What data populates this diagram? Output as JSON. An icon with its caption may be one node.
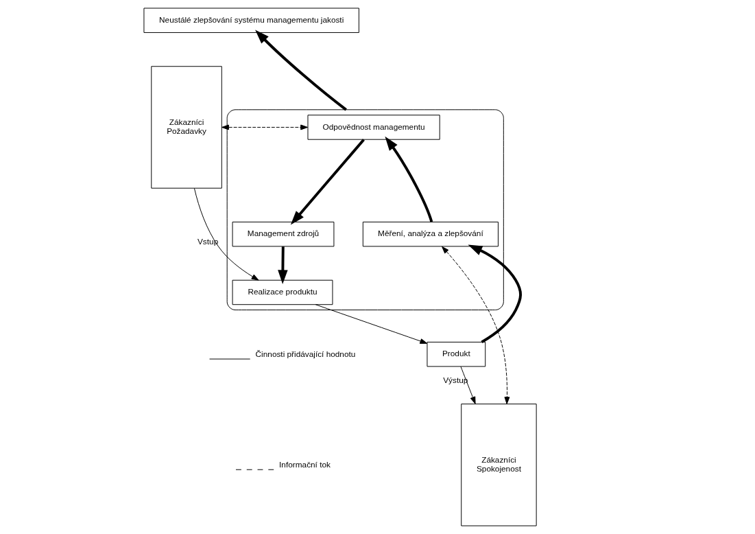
{
  "diagram": {
    "nodes": [
      {
        "text": [
          "Neustálé zlepšování systému managementu jakosti"
        ]
      },
      {
        "text": [
          "Zákazníci",
          "Požadavky"
        ]
      },
      {
        "text": [
          "Zákazníci",
          "Spokojenost"
        ]
      },
      {
        "text": [],
        "shape": "ellipse"
      },
      {
        "text": [
          "Odpovědnost managementu"
        ],
        "in": 3
      },
      {
        "text": [
          "Management zdrojů"
        ],
        "in": 3
      },
      {
        "text": [
          "Měření, analýza a zlepšování"
        ],
        "in": 3
      },
      {
        "text": [
          "Realizace produktu"
        ],
        "in": 3
      },
      {
        "text": [
          "Produkt"
        ]
      }
    ],
    "edges": [
      {
        "from": 1,
        "to": 4,
        "arrow": "both",
        "style": "dashed"
      },
      {
        "from": 6,
        "to": 2,
        "arrow": "both",
        "style": "dashed"
      },
      {
        "from": 1,
        "to": 7,
        "arrow": "to",
        "label": "Vstup"
      },
      {
        "from": 7,
        "to": 8,
        "arrow": "to"
      },
      {
        "from": 8,
        "to": 2,
        "arrow": "to",
        "label": "Výstup"
      },
      {
        "from": 4,
        "to": 5,
        "arrow": "to",
        "style": "thick"
      },
      {
        "from": 5,
        "to": 7,
        "arrow": "to",
        "style": "thick"
      },
      {
        "from": 8,
        "to": 6,
        "arrow": "to",
        "style": "thick"
      },
      {
        "from": 6,
        "to": 4,
        "arrow": "to",
        "style": "thick"
      },
      {
        "from": 3,
        "to": 0,
        "arrow": "to",
        "style": "thick"
      }
    ],
    "legend": [
      {
        "text": "Činnosti přidávající hodnotu"
      },
      {
        "text": "Informační tok"
      }
    ]
  }
}
